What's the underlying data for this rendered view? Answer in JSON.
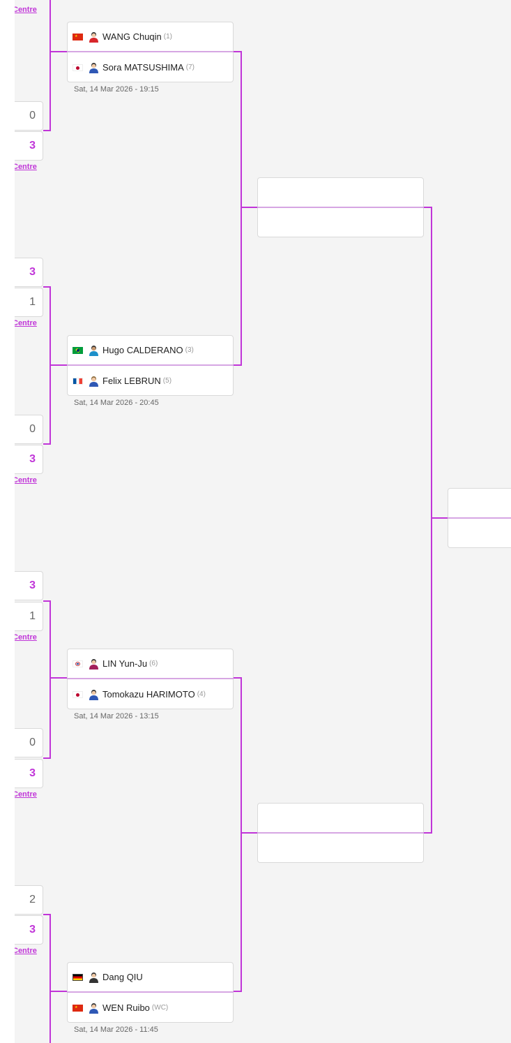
{
  "left_column": {
    "venue_link_label": "Centre",
    "score_boxes": [
      {
        "value": "0",
        "winner": false
      },
      {
        "value": "3",
        "winner": true
      },
      {
        "value": "3",
        "winner": true
      },
      {
        "value": "1",
        "winner": false
      },
      {
        "value": "0",
        "winner": false
      },
      {
        "value": "3",
        "winner": true
      },
      {
        "value": "3",
        "winner": true
      },
      {
        "value": "1",
        "winner": false
      },
      {
        "value": "0",
        "winner": false
      },
      {
        "value": "3",
        "winner": true
      },
      {
        "value": "2",
        "winner": false
      },
      {
        "value": "3",
        "winner": true
      }
    ]
  },
  "quarterfinals": [
    {
      "date": "Sat, 14 Mar 2026 - 19:15",
      "players": [
        {
          "name": "WANG Chuqin",
          "seed": "(1)",
          "flag": "china"
        },
        {
          "name": "Sora MATSUSHIMA",
          "seed": "(7)",
          "flag": "japan"
        }
      ]
    },
    {
      "date": "Sat, 14 Mar 2026 - 20:45",
      "players": [
        {
          "name": "Hugo CALDERANO",
          "seed": "(3)",
          "flag": "brazil"
        },
        {
          "name": "Felix LEBRUN",
          "seed": "(5)",
          "flag": "france"
        }
      ]
    },
    {
      "date": "Sat, 14 Mar 2026 - 13:15",
      "players": [
        {
          "name": "LIN Yun-Ju",
          "seed": "(6)",
          "flag": "chinese-taipei"
        },
        {
          "name": "Tomokazu HARIMOTO",
          "seed": "(4)",
          "flag": "japan"
        }
      ]
    },
    {
      "date": "Sat, 14 Mar 2026 - 11:45",
      "players": [
        {
          "name": "Dang QIU",
          "seed": "",
          "flag": "germany"
        },
        {
          "name": "WEN Ruibo",
          "seed": "(WC)",
          "flag": "china"
        }
      ]
    }
  ],
  "colors": {
    "accent": "#c035d8",
    "divider": "#d6a6e3",
    "background": "#f4f4f4"
  }
}
